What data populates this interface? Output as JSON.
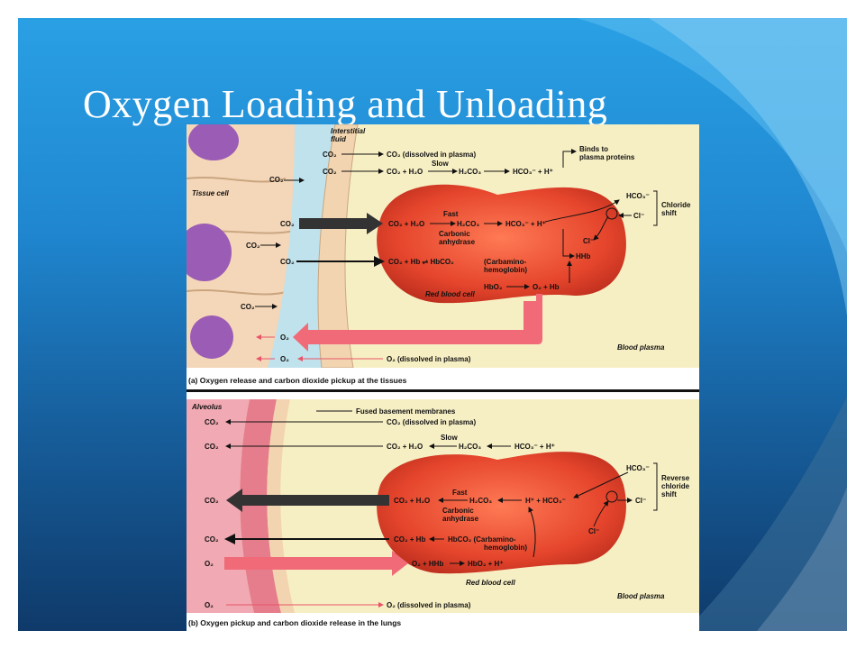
{
  "slide": {
    "title": "Oxygen Loading and Unloading",
    "colors": {
      "background_top": "#2aa0e4",
      "background_bottom": "#0f3a6a",
      "rbc": "#e5452c",
      "plasma": "#f7efc4"
    }
  },
  "panel_a": {
    "caption": "(a) Oxygen release and carbon dioxide pickup at the tissues",
    "interstitial": "Interstitial",
    "fluid": "fluid",
    "tissue_cell": "Tissue cell",
    "co2": "CO₂",
    "o2": "O₂",
    "co2_dissolved": "CO₂ (dissolved in plasma)",
    "slow_eq": "CO₂ + H₂O",
    "slow_label": "Slow",
    "slow_h2co3": "H₂CO₃",
    "slow_hco3": "HCO₃⁻ + H⁺",
    "binds_to": "Binds to",
    "plasma_proteins": "plasma proteins",
    "fast_eq_left": "CO₂ + H₂O",
    "fast": "Fast",
    "fast_h2co3": "H₂CO₃",
    "fast_hco3": "HCO₃⁻ + H⁺",
    "carbonic": "Carbonic",
    "anhydrase": "anhydrase",
    "carbamino_eq": "CO₂ + Hb ⇌ HbCO₂",
    "carbamino_label": "(Carbamino-",
    "hemoglobin": "hemoglobin)",
    "hbo2": "HbO₂",
    "o2_hb": "O₂ + Hb",
    "hco3_right": "HCO₃⁻",
    "cl_minus": "Cl⁻",
    "cl_inside": "Cl⁻",
    "hhb": "HHb",
    "chloride": "Chloride",
    "shift": "shift",
    "red_blood_cell": "Red blood cell",
    "blood_plasma": "Blood plasma",
    "o2_dissolved": "O₂ (dissolved in plasma)"
  },
  "panel_b": {
    "caption": "(b) Oxygen pickup and carbon dioxide release in the lungs",
    "alveolus": "Alveolus",
    "fused": "Fused basement membranes",
    "co2": "CO₂",
    "o2": "O₂",
    "co2_dissolved": "CO₂ (dissolved in plasma)",
    "slow_eq": "CO₂ + H₂O",
    "slow_label": "Slow",
    "slow_h2co3": "H₂CO₃",
    "slow_hco3": "HCO₃⁻ + H⁺",
    "fast_eq_left": "CO₂ + H₂O",
    "fast": "Fast",
    "fast_h2co3": "H₂CO₃",
    "fast_hco3": "H⁺ + HCO₃⁻",
    "carbonic": "Carbonic",
    "anhydrase": "anhydrase",
    "carbamino_left": "CO₂ + Hb",
    "carbamino_right": "HbCO₂ (Carbamino-",
    "hemoglobin": "hemoglobin)",
    "o2_hhb": "O₂ + HHb",
    "hbo2_h": "HbO₂ + H⁺",
    "hco3_right": "HCO₃⁻",
    "cl_minus": "Cl⁻",
    "cl_inside": "Cl⁻",
    "reverse": "Reverse",
    "chloride": "chloride",
    "shift": "shift",
    "red_blood_cell": "Red blood cell",
    "blood_plasma": "Blood plasma",
    "o2_dissolved": "O₂ (dissolved in plasma)"
  }
}
